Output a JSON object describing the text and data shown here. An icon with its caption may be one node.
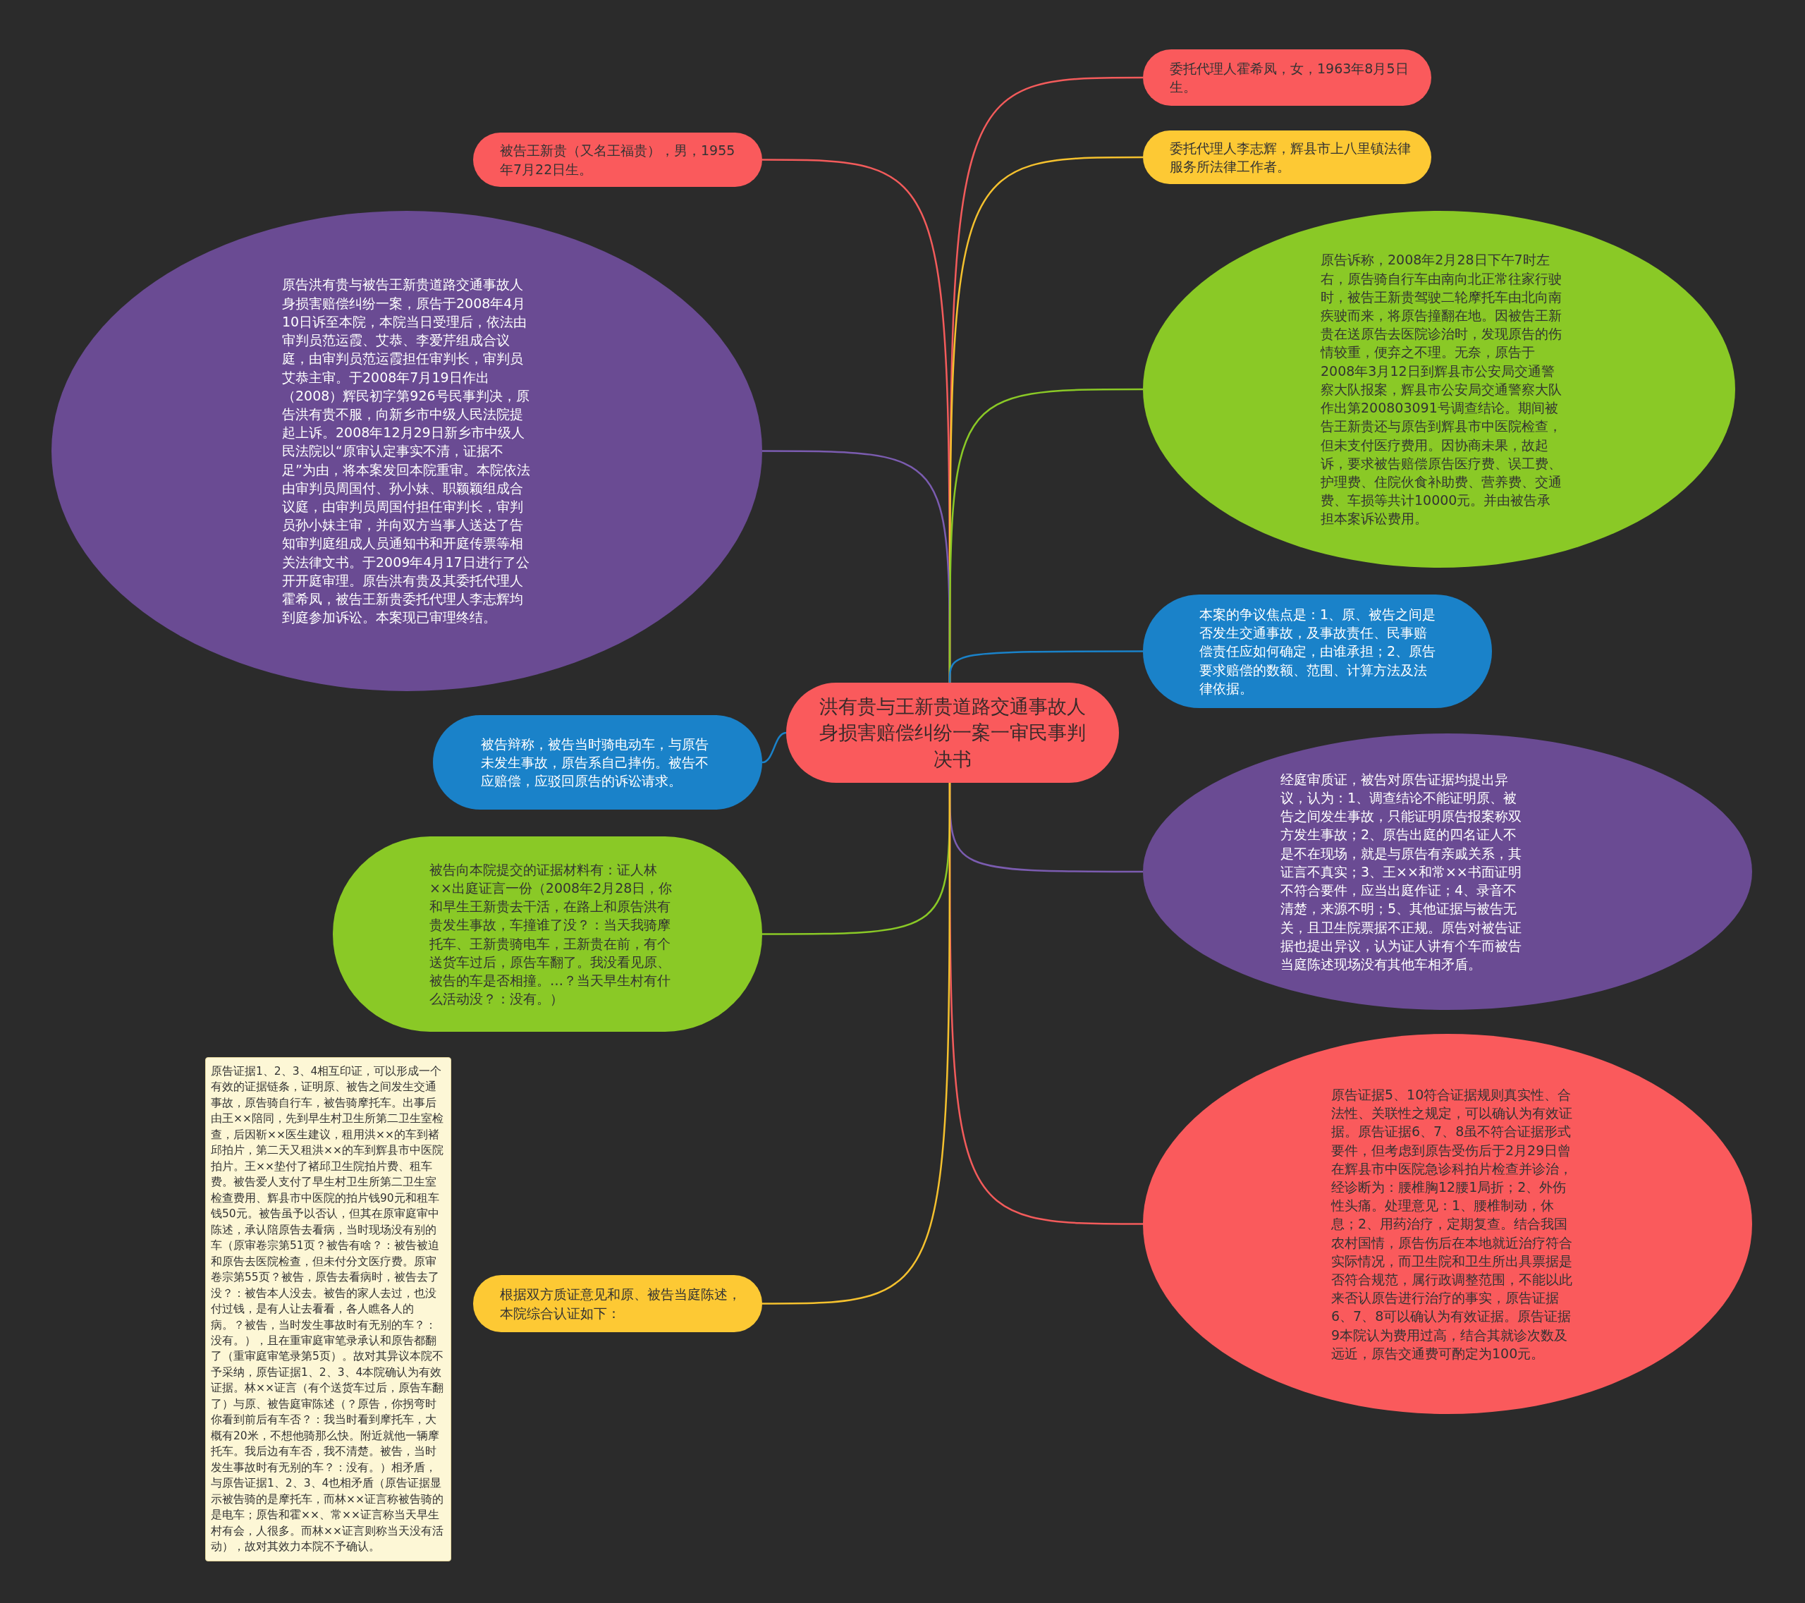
{
  "diagram": {
    "nodes": [
      {
        "text": [
          "洪有贵与王新贵道路交通事故人身损害赔偿纠纷一案一审民事判决书"
        ]
      },
      {
        "text": [
          "委托代理人霍希凤，女，1963年8月5日生。"
        ]
      },
      {
        "text": [
          "被告王新贵（又名王福贵），男，1955年7月22日生。"
        ]
      },
      {
        "text": [
          "委托代理人李志辉，辉县市上八里镇法律服务所法律工作者。"
        ]
      },
      {
        "text": [
          "原告洪有贵与被告王新贵道路交通事故人身损害赔偿纠纷一案，原告于2008年4月10日诉至本院，本院当日受理后，依法由审判员范运霞、艾恭、李爱芹组成合议庭，由审判员范运霞担任审判长，审判员艾恭主审。于2008年7月19日作出（2008）辉民初字第926号民事判决，原告洪有贵不服，向新乡市中级人民法院提起上诉。2008年12月29日新乡市中级人民法院以“原审认定事实不清，证据不足”为由，将本案发回本院重审。本院依法由审判员周国付、孙小妹、职颖颖组成合议庭，由审判员周国付担任审判长，审判员孙小妹主审，并向双方当事人送达了告知审判庭组成人员通知书和开庭传票等相关法律文书。于2009年4月17日进行了公开开庭审理。原告洪有贵及其委托代理人霍希凤，被告王新贵委托代理人李志辉均到庭参加诉讼。本案现已审理终结。"
        ]
      },
      {
        "text": [
          "原告诉称，2008年2月28日下午7时左右，原告骑自行车由南向北正常往家行驶时，被告王新贵驾驶二轮摩托车由北向南疾驶而来，将原告撞翻在地。因被告王新贵在送原告去医院诊治时，发现原告的伤情较重，便弃之不理。无奈，原告于2008年3月12日到辉县市公安局交通警察大队报案，辉县市公安局交通警察大队作出第200803091号调查结论。期间被告王新贵还与原告到辉县市中医院检查，但未支付医疗费用。因协商未果，故起诉，要求被告赔偿原告医疗费、误工费、护理费、住院伙食补助费、营养费、交通费、车损等共计10000元。并由被告承担本案诉讼费用。"
        ]
      },
      {
        "text": [
          "本案的争议焦点是：1、原、被告之间是否发生交通事故，及事故责任、民事赔偿责任应如何确定，由谁承担；2、原告要求赔偿的数额、范围、计算方法及法律依据。"
        ]
      },
      {
        "text": [
          "被告辩称，被告当时骑电动车，与原告未发生事故，原告系自己摔伤。被告不应赔偿，应驳回原告的诉讼请求。"
        ]
      },
      {
        "text": [
          "经庭审质证，被告对原告证据均提出异议，认为：1、调查结论不能证明原、被告之间发生事故，只能证明原告报案称双方发生事故；2、原告出庭的四名证人不是不在现场，就是与原告有亲戚关系，其证言不真实；3、王××和常××书面证明不符合要件，应当出庭作证；4、录音不清楚，来源不明；5、其他证据与被告无关，且卫生院票据不正规。原告对被告证据也提出异议，认为证人讲有个车而被告当庭陈述现场没有其他车相矛盾。"
        ]
      },
      {
        "text": [
          "被告向本院提交的证据材料有：证人林××出庭证言一份（2008年2月28日，你和早生王新贵去干活，在路上和原告洪有贵发生事故，车撞谁了没？：当天我骑摩托车、王新贵骑电车，王新贵在前，有个送货车过后，原告车翻了。我没看见原、被告的车是否相撞。…？当天早生村有什么活动没？：没有。）"
        ]
      },
      {
        "text": [
          "原告证据5、10符合证据规则真实性、合法性、关联性之规定，可以确认为有效证据。原告证据6、7、8虽不符合证据形式要件，但考虑到原告受伤后于2月29日曾在辉县市中医院急诊科拍片检查并诊治，经诊断为：腰椎胸12腰1局折；2、外伤性头痛。处理意见：1、腰椎制动，休息；2、用药治疗，定期复查。结合我国农村国情，原告伤后在本地就近治疗符合实际情况，而卫生院和卫生所出具票据是否符合规范，属行政调整范围，不能以此来否认原告进行治疗的事实，原告证据6、7、8可以确认为有效证据。原告证据9本院认为费用过高，结合其就诊次数及远近，原告交通费可酌定为100元。"
        ]
      },
      {
        "text": [
          "根据双方质证意见和原、被告当庭陈述，本院综合认证如下："
        ],
        "beside": [
          "原告证据1、2、3、4相互印证，可以形成一个有效的证据链条，证明原、被告之间发生交通事故，原告骑自行车，被告骑摩托车。出事后由王××陪同，先到早生村卫生所第二卫生室检查，后因靳××医生建议，租用洪××的车到褚邱拍片，第二天又租洪××的车到辉县市中医院拍片。王××垫付了褚邱卫生院拍片费、租车费。被告爱人支付了早生村卫生所第二卫生室检查费用、辉县市中医院的拍片钱90元和租车钱50元。被告虽予以否认，但其在原审庭审中陈述，承认陪原告去看病，当时现场没有别的车（原审卷宗第51页？被告有啥？：被告被迫和原告去医院检查，但未付分文医疗费。原审卷宗第55页？被告，原告去看病时，被告去了没？：被告本人没去。被告的家人去过，也没付过钱，是有人让去看看，各人瞧各人的病。？被告，当时发生事故时有无别的车？：没有。），且在重审庭审笔录承认和原告都翻了（重审庭审笔录第5页）。故对其异议本院不予采纳，原告证据1、2、3、4本院确认为有效证据。林××证言（有个送货车过后，原告车翻了）与原、被告庭审陈述（？原告，你拐弯时你看到前后有车否？：我当时看到摩托车，大概有20米，不想他骑那么快。附近就他一辆摩托车。我后边有车否，我不清楚。被告，当时发生事故时有无别的车？：没有。）相矛盾，与原告证据1、2、3、4也相矛盾（原告证据显示被告骑的是摩托车，而林××证言称被告骑的是电车；原告和霍××、常××证言称当天早生村有会，人很多。而林××证言则称当天没有活动），故对其效力本院不予确认。"
        ]
      }
    ],
    "edges": [
      {
        "from": 0,
        "to": 1,
        "arrow": "none"
      },
      {
        "from": 0,
        "to": 2,
        "arrow": "none"
      },
      {
        "from": 0,
        "to": 3,
        "arrow": "none",
        "color": "#f5c12e"
      },
      {
        "from": 0,
        "to": 4,
        "arrow": "none",
        "color": "#7b5cb0"
      },
      {
        "from": 0,
        "to": 5,
        "arrow": "none",
        "color": "#8ac926"
      },
      {
        "from": 0,
        "to": 6,
        "arrow": "none",
        "color": "#1a82c9"
      },
      {
        "from": 0,
        "to": 7,
        "arrow": "none",
        "color": "#1a82c9"
      },
      {
        "from": 0,
        "to": 8,
        "arrow": "none",
        "color": "#7b5cb0"
      },
      {
        "from": 0,
        "to": 9,
        "arrow": "none",
        "color": "#8ac926"
      },
      {
        "from": 0,
        "to": 10,
        "arrow": "none"
      },
      {
        "from": 0,
        "to": 11,
        "arrow": "none",
        "color": "#f5c12e"
      }
    ]
  }
}
